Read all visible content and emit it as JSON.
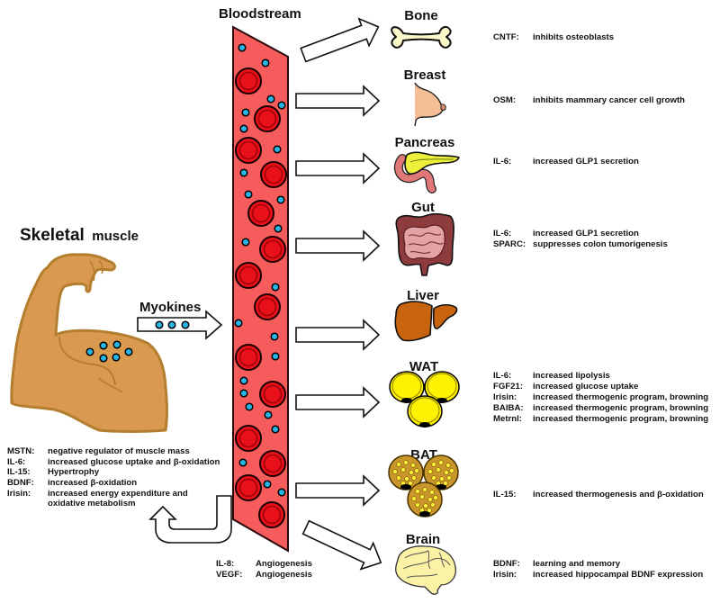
{
  "figure": {
    "bloodstream_label": "Bloodstream",
    "source": {
      "title_main": "Skeletal",
      "title_sub": "muscle",
      "myokines_label": "Myokines"
    },
    "muscle_effects": [
      {
        "name": "MSTN:",
        "effect": "negative regulator of muscle mass"
      },
      {
        "name": "IL-6:",
        "effect": "increased glucose uptake and β-oxidation"
      },
      {
        "name": "IL-15:",
        "effect": "Hypertrophy"
      },
      {
        "name": "BDNF:",
        "effect": "increased β-oxidation"
      },
      {
        "name": "Irisin:",
        "effect": "increased energy expenditure and",
        "effect_cont": "oxidative metabolism"
      }
    ],
    "bloodstream_effects": [
      {
        "name": "IL-8:",
        "effect": "Angiogenesis"
      },
      {
        "name": "VEGF:",
        "effect": "Angiogenesis"
      }
    ],
    "organs": [
      {
        "label": "Bone",
        "icon": "bone-icon",
        "effects": [
          {
            "name": "CNTF:",
            "effect": "inhibits osteoblasts"
          }
        ]
      },
      {
        "label": "Breast",
        "icon": "breast-icon",
        "effects": [
          {
            "name": "OSM:",
            "effect": "inhibits mammary cancer cell growth"
          }
        ]
      },
      {
        "label": "Pancreas",
        "icon": "pancreas-icon",
        "effects": [
          {
            "name": "IL-6:",
            "effect": "increased GLP1 secretion"
          }
        ]
      },
      {
        "label": "Gut",
        "icon": "gut-icon",
        "effects": [
          {
            "name": "IL-6:",
            "effect": "increased GLP1 secretion"
          },
          {
            "name": "SPARC:",
            "effect": "suppresses colon tumorigenesis"
          }
        ]
      },
      {
        "label": "Liver",
        "icon": "liver-icon",
        "effects": []
      },
      {
        "label": "WAT",
        "icon": "white-adipose-tissue-icon",
        "effects": [
          {
            "name": "IL-6:",
            "effect": "increased lipolysis"
          },
          {
            "name": "FGF21:",
            "effect": "increased glucose uptake"
          },
          {
            "name": "Irisin:",
            "effect": "increased thermogenic program, browning"
          },
          {
            "name": "BAIBA:",
            "effect": "increased thermogenic program, browning"
          },
          {
            "name": "Metrnl:",
            "effect": "increased thermogenic program, browning"
          }
        ]
      },
      {
        "label": "BAT",
        "icon": "brown-adipose-tissue-icon",
        "effects": [
          {
            "name": "IL-15:",
            "effect": "increased thermogenesis and β-oxidation"
          }
        ]
      },
      {
        "label": "Brain",
        "icon": "brain-icon",
        "effects": [
          {
            "name": "BDNF:",
            "effect": "learning and memory"
          },
          {
            "name": "Irisin:",
            "effect": "increased hippocampal BDNF expression"
          }
        ]
      }
    ]
  },
  "palette": {
    "bloodstream": "#F65C5C",
    "red_cell": "#E8111A",
    "myokine": "#27B5E5",
    "muscle": "#D9994F",
    "muscle_outline": "#B37E2E",
    "bone": "#FAF7C8",
    "breast": "#F6BE96",
    "pancreas": "#EDF03A",
    "duodenum": "#E07878",
    "gut_outer": "#8E3B3E",
    "gut_inner": "#E3A3A5",
    "liver": "#C8640E",
    "wat": "#FFF200",
    "bat": "#C8962A",
    "brain": "#FBF2A6"
  }
}
